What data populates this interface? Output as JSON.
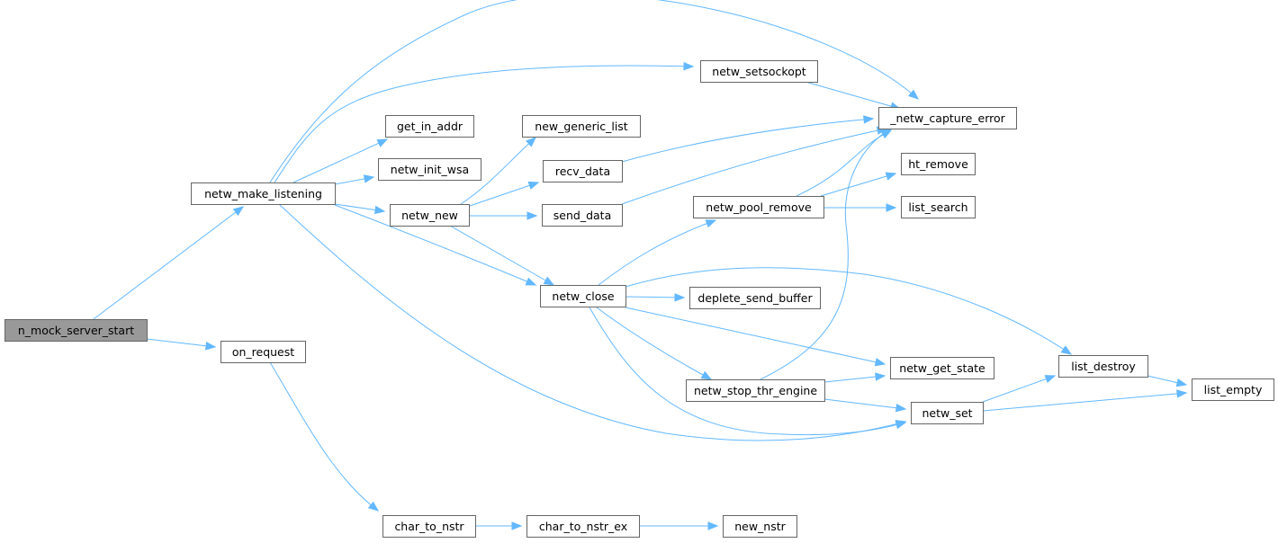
{
  "diagram": {
    "title": "n_mock_server_start call graph",
    "colors": {
      "edge": "#63b8ff",
      "root_fill": "#999999",
      "node_fill": "#ffffff",
      "node_border": "#666666"
    },
    "nodes": [
      {
        "id": "n_mock_server_start",
        "label": "n_mock_server_start",
        "root": true
      },
      {
        "id": "netw_make_listening",
        "label": "netw_make_listening"
      },
      {
        "id": "on_request",
        "label": "on_request"
      },
      {
        "id": "get_in_addr",
        "label": "get_in_addr"
      },
      {
        "id": "netw_init_wsa",
        "label": "netw_init_wsa"
      },
      {
        "id": "netw_new",
        "label": "netw_new"
      },
      {
        "id": "netw_setsockopt",
        "label": "netw_setsockopt"
      },
      {
        "id": "new_generic_list",
        "label": "new_generic_list"
      },
      {
        "id": "recv_data",
        "label": "recv_data"
      },
      {
        "id": "send_data",
        "label": "send_data"
      },
      {
        "id": "netw_close",
        "label": "netw_close"
      },
      {
        "id": "_netw_capture_error",
        "label": "_netw_capture_error"
      },
      {
        "id": "ht_remove",
        "label": "ht_remove"
      },
      {
        "id": "list_search",
        "label": "list_search"
      },
      {
        "id": "netw_pool_remove",
        "label": "netw_pool_remove"
      },
      {
        "id": "deplete_send_buffer",
        "label": "deplete_send_buffer"
      },
      {
        "id": "netw_get_state",
        "label": "netw_get_state"
      },
      {
        "id": "netw_stop_thr_engine",
        "label": "netw_stop_thr_engine"
      },
      {
        "id": "netw_set",
        "label": "netw_set"
      },
      {
        "id": "list_destroy",
        "label": "list_destroy"
      },
      {
        "id": "list_empty",
        "label": "list_empty"
      },
      {
        "id": "char_to_nstr",
        "label": "char_to_nstr"
      },
      {
        "id": "char_to_nstr_ex",
        "label": "char_to_nstr_ex"
      },
      {
        "id": "new_nstr",
        "label": "new_nstr"
      }
    ],
    "edges": [
      {
        "from": "n_mock_server_start",
        "to": "netw_make_listening"
      },
      {
        "from": "n_mock_server_start",
        "to": "on_request"
      },
      {
        "from": "netw_make_listening",
        "to": "_netw_capture_error"
      },
      {
        "from": "netw_make_listening",
        "to": "netw_setsockopt"
      },
      {
        "from": "netw_make_listening",
        "to": "get_in_addr"
      },
      {
        "from": "netw_make_listening",
        "to": "netw_init_wsa"
      },
      {
        "from": "netw_make_listening",
        "to": "netw_new"
      },
      {
        "from": "netw_make_listening",
        "to": "netw_close"
      },
      {
        "from": "netw_make_listening",
        "to": "netw_set"
      },
      {
        "from": "netw_setsockopt",
        "to": "_netw_capture_error"
      },
      {
        "from": "netw_new",
        "to": "new_generic_list"
      },
      {
        "from": "netw_new",
        "to": "recv_data"
      },
      {
        "from": "netw_new",
        "to": "send_data"
      },
      {
        "from": "netw_new",
        "to": "netw_close"
      },
      {
        "from": "recv_data",
        "to": "_netw_capture_error"
      },
      {
        "from": "send_data",
        "to": "_netw_capture_error"
      },
      {
        "from": "netw_close",
        "to": "netw_pool_remove"
      },
      {
        "from": "netw_close",
        "to": "deplete_send_buffer"
      },
      {
        "from": "netw_close",
        "to": "list_destroy"
      },
      {
        "from": "netw_close",
        "to": "netw_get_state"
      },
      {
        "from": "netw_close",
        "to": "netw_stop_thr_engine"
      },
      {
        "from": "netw_close",
        "to": "netw_set"
      },
      {
        "from": "netw_pool_remove",
        "to": "_netw_capture_error"
      },
      {
        "from": "netw_pool_remove",
        "to": "ht_remove"
      },
      {
        "from": "netw_pool_remove",
        "to": "list_search"
      },
      {
        "from": "netw_stop_thr_engine",
        "to": "_netw_capture_error"
      },
      {
        "from": "netw_stop_thr_engine",
        "to": "netw_get_state"
      },
      {
        "from": "netw_stop_thr_engine",
        "to": "netw_set"
      },
      {
        "from": "netw_set",
        "to": "list_destroy"
      },
      {
        "from": "netw_set",
        "to": "list_empty"
      },
      {
        "from": "list_destroy",
        "to": "list_empty"
      },
      {
        "from": "on_request",
        "to": "char_to_nstr"
      },
      {
        "from": "char_to_nstr",
        "to": "char_to_nstr_ex"
      },
      {
        "from": "char_to_nstr_ex",
        "to": "new_nstr"
      }
    ]
  }
}
